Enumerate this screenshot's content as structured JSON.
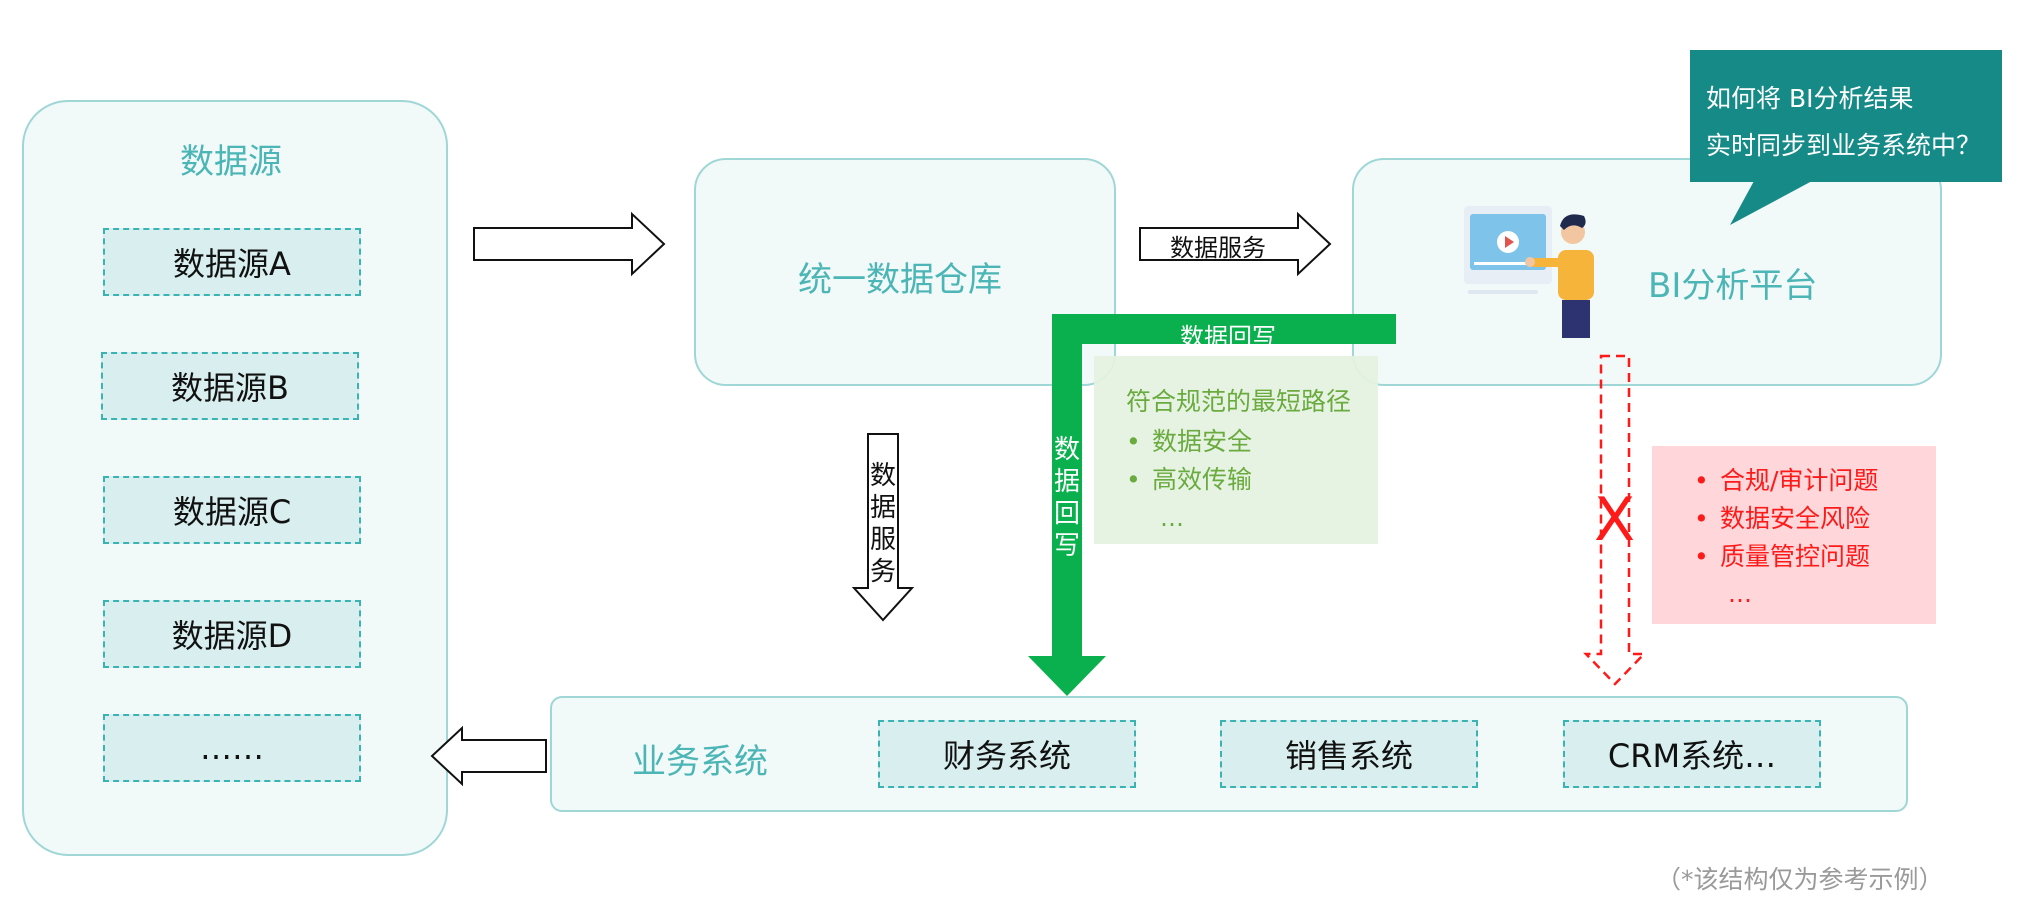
{
  "colors": {
    "teal": "#4cb5b5",
    "panel_bg": "#f1f9f9",
    "panel_border": "#9fd6d6",
    "box_bg": "#d9efef",
    "box_border": "#3cb3b3",
    "green": "#0bb04e",
    "green_note_bg": "#e5f2df",
    "green_note_text": "#6aab3f",
    "red": "#ff1a1a",
    "red_note_bg": "#ffd6d9",
    "bubble_bg": "#158a87"
  },
  "sources": {
    "title": "数据源",
    "items": [
      "数据源A",
      "数据源B",
      "数据源C",
      "数据源D",
      "……"
    ]
  },
  "warehouse": {
    "title": "统一数据仓库"
  },
  "bi": {
    "title": "BI分析平台",
    "icon": "analyst-screen-icon"
  },
  "bubble": {
    "line1": "如何将 BI分析结果",
    "line2": "实时同步到业务系统中？"
  },
  "arrows": {
    "service_h": "数据服务",
    "service_v": [
      "数",
      "据",
      "服",
      "务"
    ],
    "writeback_h": "数据回写",
    "writeback_v": [
      "数",
      "据",
      "回",
      "写"
    ],
    "cross": "X"
  },
  "green_note": {
    "title": "符合规范的最短路径",
    "items": [
      "数据安全",
      "高效传输"
    ],
    "more": "…"
  },
  "red_note": {
    "items": [
      "合规/审计问题",
      "数据安全风险",
      "质量管控问题"
    ],
    "more": "…"
  },
  "business": {
    "title": "业务系统",
    "items": [
      "财务系统",
      "销售系统",
      "CRM系统…"
    ]
  },
  "footnote": "（*该结构仅为参考示例）"
}
